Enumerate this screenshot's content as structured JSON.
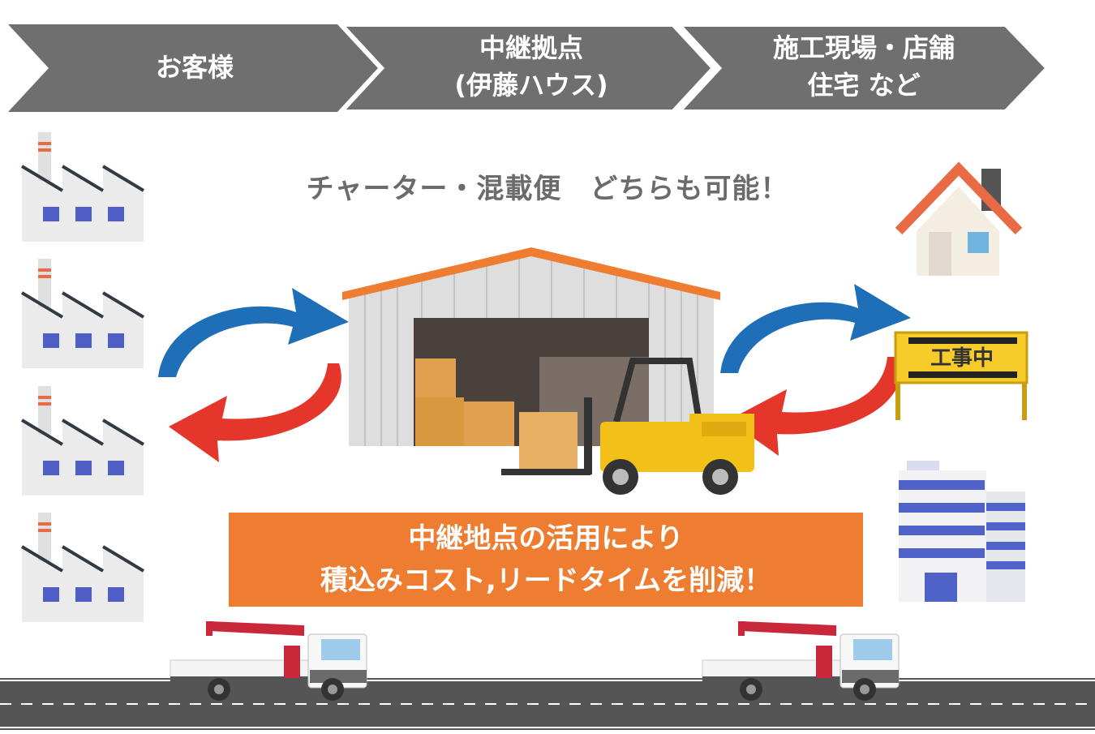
{
  "chevrons": [
    {
      "line1": "お客様",
      "line2": ""
    },
    {
      "line1": "中継拠点",
      "line2": "(伊藤ハウス)"
    },
    {
      "line1": "施工現場・店舗",
      "line2": "住宅 など"
    }
  ],
  "tagline": "チャーター・混載便　どちらも可能！",
  "banner": {
    "line1": "中継地点の活用により",
    "line2": "積込みコスト,リードタイムを削減！"
  },
  "sign_text": "工事中",
  "icons": [
    "factory-icon",
    "warehouse-icon",
    "forklift-icon",
    "house-icon",
    "construction-sign-icon",
    "office-building-icon",
    "crane-truck-icon",
    "arrow-icon"
  ],
  "colors": {
    "chevron": "#6f6f6f",
    "banner": "#ee7d31",
    "arrow_blue": "#1f6fb8",
    "arrow_red": "#e5362b",
    "roof": "#ee7d31",
    "forklift": "#f3c01a",
    "road": "#555555"
  }
}
